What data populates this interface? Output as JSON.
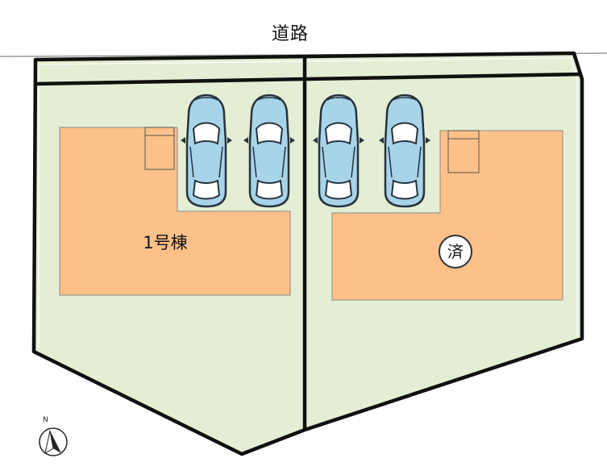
{
  "road": {
    "label": "道路"
  },
  "lots": [
    {
      "id": "lot-1",
      "label": "1号棟",
      "status": ""
    },
    {
      "id": "lot-2",
      "label": "",
      "status": "済"
    }
  ],
  "compass": {
    "label": "N"
  },
  "colors": {
    "land": "#e4eed4",
    "building": "#fcc189",
    "boundary": "#111111",
    "car_body": "#a8d4ea",
    "car_outline": "#26323c",
    "road_line": "#999999"
  },
  "parking": {
    "car_count": 4
  }
}
